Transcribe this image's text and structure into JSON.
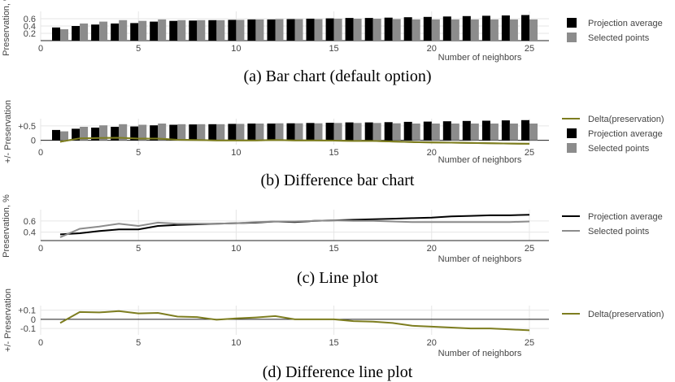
{
  "colors": {
    "projection": "#000000",
    "selected": "#8c8c8c",
    "delta": "#7d7d1f",
    "grid": "#e6e6e6",
    "zero": "#222222",
    "tick": "#444444"
  },
  "chart_data": [
    {
      "id": "a",
      "type": "bar",
      "caption": "(a) Bar chart (default option)",
      "xlabel": "Number of neighbors",
      "ylabel": "Preservation, %",
      "xlim": [
        0,
        26
      ],
      "ylim": [
        0,
        0.8
      ],
      "xticks": [
        "0",
        "5",
        "10",
        "15",
        "20",
        "25"
      ],
      "yticks": [
        "0.2",
        "0.4",
        "0.6"
      ],
      "x": [
        1,
        2,
        3,
        4,
        5,
        6,
        7,
        8,
        9,
        10,
        11,
        12,
        13,
        14,
        15,
        16,
        17,
        18,
        19,
        20,
        21,
        22,
        23,
        24,
        25
      ],
      "series": [
        {
          "name": "Projection average",
          "values": [
            0.36,
            0.4,
            0.44,
            0.47,
            0.48,
            0.52,
            0.54,
            0.55,
            0.56,
            0.57,
            0.58,
            0.58,
            0.59,
            0.6,
            0.61,
            0.62,
            0.62,
            0.63,
            0.64,
            0.65,
            0.66,
            0.67,
            0.68,
            0.69,
            0.7
          ]
        },
        {
          "name": "Selected points",
          "values": [
            0.31,
            0.47,
            0.52,
            0.56,
            0.54,
            0.58,
            0.56,
            0.56,
            0.56,
            0.57,
            0.58,
            0.59,
            0.59,
            0.59,
            0.6,
            0.6,
            0.6,
            0.59,
            0.58,
            0.58,
            0.58,
            0.58,
            0.58,
            0.58,
            0.58
          ]
        }
      ],
      "legend": [
        "Projection average",
        "Selected points"
      ]
    },
    {
      "id": "b",
      "type": "bar",
      "caption": "(b) Difference bar chart",
      "xlabel": "Number of neighbors",
      "ylabel": "+/- Preservation",
      "xlim": [
        0,
        26
      ],
      "ylim": [
        -0.15,
        0.75
      ],
      "xticks": [
        "0",
        "5",
        "10",
        "15",
        "20",
        "25"
      ],
      "yticks": [
        "0",
        "+0.5"
      ],
      "x": [
        1,
        2,
        3,
        4,
        5,
        6,
        7,
        8,
        9,
        10,
        11,
        12,
        13,
        14,
        15,
        16,
        17,
        18,
        19,
        20,
        21,
        22,
        23,
        24,
        25
      ],
      "series": [
        {
          "name": "Projection average",
          "values": [
            0.36,
            0.4,
            0.44,
            0.47,
            0.48,
            0.52,
            0.54,
            0.55,
            0.56,
            0.57,
            0.58,
            0.58,
            0.59,
            0.6,
            0.61,
            0.62,
            0.62,
            0.63,
            0.64,
            0.65,
            0.66,
            0.67,
            0.68,
            0.69,
            0.7
          ]
        },
        {
          "name": "Selected points",
          "values": [
            0.31,
            0.47,
            0.52,
            0.56,
            0.54,
            0.58,
            0.56,
            0.56,
            0.56,
            0.57,
            0.58,
            0.59,
            0.59,
            0.59,
            0.6,
            0.6,
            0.6,
            0.59,
            0.58,
            0.58,
            0.58,
            0.58,
            0.58,
            0.58,
            0.58
          ]
        },
        {
          "name": "Delta(preservation)",
          "values": [
            -0.05,
            0.07,
            0.08,
            0.09,
            0.06,
            0.06,
            0.02,
            0.01,
            0.0,
            0.0,
            0.0,
            0.01,
            0.0,
            0.0,
            -0.01,
            -0.02,
            -0.02,
            -0.04,
            -0.06,
            -0.07,
            -0.08,
            -0.09,
            -0.1,
            -0.11,
            -0.12
          ]
        }
      ],
      "legend": [
        "Delta(preservation)",
        "Projection average",
        "Selected points"
      ]
    },
    {
      "id": "c",
      "type": "line",
      "caption": "(c) Line plot",
      "xlabel": "Number of neighbors",
      "ylabel": "Preservation, %",
      "xlim": [
        0,
        26
      ],
      "ylim": [
        0.25,
        0.8
      ],
      "xticks": [
        "0",
        "5",
        "10",
        "15",
        "20",
        "25"
      ],
      "yticks": [
        "0.4",
        "0.6"
      ],
      "x": [
        1,
        2,
        3,
        4,
        5,
        6,
        7,
        8,
        9,
        10,
        11,
        12,
        13,
        14,
        15,
        16,
        17,
        18,
        19,
        20,
        21,
        22,
        23,
        24,
        25
      ],
      "series": [
        {
          "name": "Projection average",
          "values": [
            0.36,
            0.38,
            0.42,
            0.45,
            0.45,
            0.51,
            0.53,
            0.54,
            0.55,
            0.56,
            0.57,
            0.59,
            0.58,
            0.6,
            0.61,
            0.62,
            0.63,
            0.64,
            0.65,
            0.66,
            0.68,
            0.69,
            0.7,
            0.7,
            0.71
          ]
        },
        {
          "name": "Selected points",
          "values": [
            0.31,
            0.46,
            0.5,
            0.55,
            0.51,
            0.57,
            0.55,
            0.55,
            0.55,
            0.56,
            0.58,
            0.59,
            0.59,
            0.6,
            0.61,
            0.6,
            0.6,
            0.59,
            0.58,
            0.58,
            0.58,
            0.58,
            0.58,
            0.58,
            0.59
          ]
        }
      ],
      "legend": [
        "Projection average",
        "Selected points"
      ]
    },
    {
      "id": "d",
      "type": "line",
      "caption": "(d) Difference line plot",
      "xlabel": "Number of neighbors",
      "ylabel": "+/- Preservation",
      "xlim": [
        0,
        26
      ],
      "ylim": [
        -0.17,
        0.15
      ],
      "xticks": [
        "0",
        "5",
        "10",
        "15",
        "20",
        "25"
      ],
      "yticks": [
        "+0.1",
        "0",
        "-0.1"
      ],
      "x": [
        1,
        2,
        3,
        4,
        5,
        6,
        7,
        8,
        9,
        10,
        11,
        12,
        13,
        14,
        15,
        16,
        17,
        18,
        19,
        20,
        21,
        22,
        23,
        24,
        25
      ],
      "series": [
        {
          "name": "Delta(preservation)",
          "values": [
            -0.04,
            0.08,
            0.075,
            0.09,
            0.065,
            0.07,
            0.03,
            0.025,
            -0.005,
            0.01,
            0.02,
            0.035,
            0.0,
            0.0,
            0.0,
            -0.02,
            -0.025,
            -0.04,
            -0.07,
            -0.08,
            -0.09,
            -0.1,
            -0.1,
            -0.11,
            -0.12
          ]
        }
      ],
      "legend": [
        "Delta(preservation)"
      ]
    }
  ]
}
